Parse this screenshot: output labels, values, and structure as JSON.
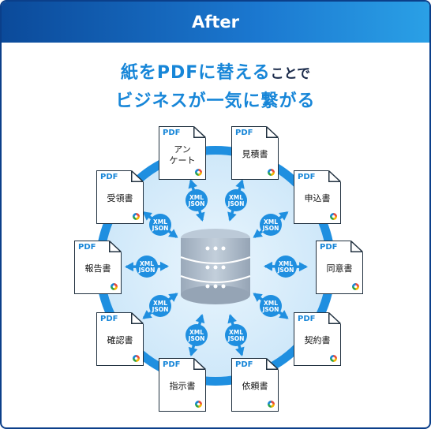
{
  "header": {
    "title": "After"
  },
  "headline": {
    "line1_main": "紙をPDFに替える",
    "line1_tail": "ことで",
    "line2": "ビジネスが一気に繋がる"
  },
  "diagram": {
    "connector_label_line1": "XML",
    "connector_label_line2": "JSON",
    "doc_tag": "PDF",
    "documents": [
      {
        "name": "anketo",
        "label": "アン\nケート"
      },
      {
        "name": "mitsumorisho",
        "label": "見積書"
      },
      {
        "name": "moushikomisho",
        "label": "申込書"
      },
      {
        "name": "douisho",
        "label": "同意書"
      },
      {
        "name": "keiyakusho",
        "label": "契約書"
      },
      {
        "name": "iraisho",
        "label": "依頼書"
      },
      {
        "name": "shijisho",
        "label": "指示書"
      },
      {
        "name": "kakuninsho",
        "label": "確認書"
      },
      {
        "name": "houkokusho",
        "label": "報告書"
      },
      {
        "name": "juryousho",
        "label": "受領書"
      }
    ]
  },
  "colors": {
    "header_start": "#0b4a9a",
    "header_end": "#2aa0e6",
    "accent": "#1786d8",
    "ring": "#1f8fe0",
    "disk_fill": "#d6ecfa",
    "database": "#a9b7c6"
  }
}
